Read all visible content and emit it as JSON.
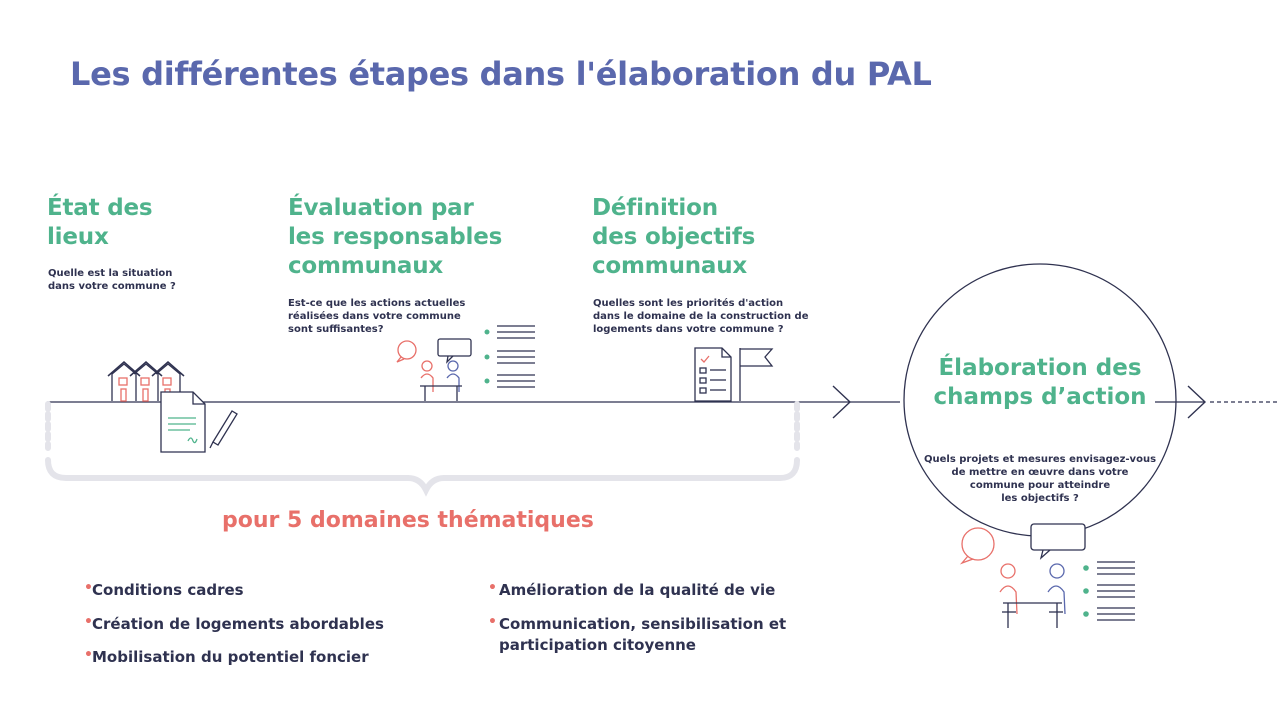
{
  "title": "Les différentes étapes dans l'élaboration du PAL",
  "steps": [
    {
      "title": "État des\nlieux",
      "question": "Quelle est la situation\ndans votre commune ?"
    },
    {
      "title": "Évaluation par\nles responsables\ncommunaux",
      "question": "Est-ce que les actions actuelles\nréalisées dans votre commune\nsont suffisantes?"
    },
    {
      "title": "Définition\ndes objectifs\ncommunaux",
      "question": "Quelles sont les priorités d'action\ndans le domaine de la construction de\nlogements dans votre commune ?"
    }
  ],
  "final_step": {
    "title": "Élaboration des\nchamps d’action",
    "question": "Quels projets et mesures envisagez-vous\nde mettre en œuvre dans votre\ncommune pour atteindre\nles objectifs ?"
  },
  "domains": {
    "heading": "pour 5 domaines thématiques",
    "items": [
      "Conditions cadres",
      "Création de logements abordables",
      "Mobilisation du potentiel foncier",
      "Amélioration de la qualité de vie",
      "Communication, sensibilisation et\nparticipation citoyenne"
    ]
  },
  "colors": {
    "title": "#5a68ad",
    "step_title": "#4fb38c",
    "accent": "#e8706a",
    "line": "#2f3250",
    "brace": "#e4e4ea"
  },
  "icons": [
    "houses-icon",
    "document-pen-icon",
    "meeting-icon",
    "checklist-icon",
    "checklist-flag-icon",
    "chevron-right-icon"
  ]
}
